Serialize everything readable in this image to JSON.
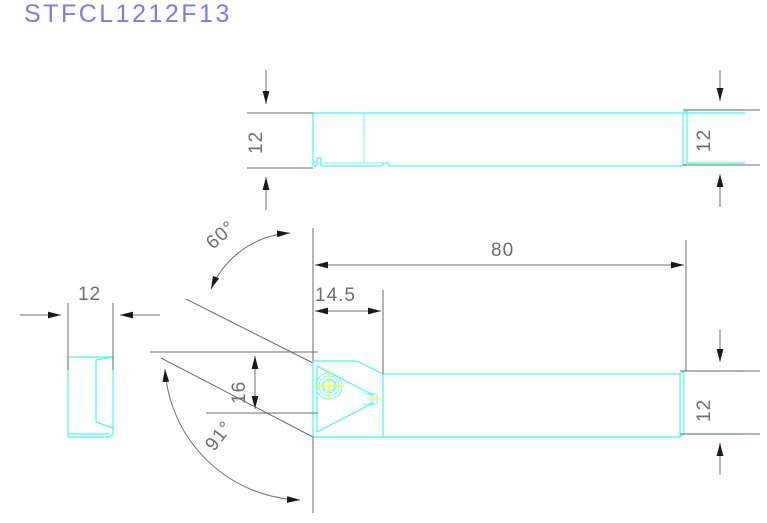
{
  "drawing": {
    "title": "STFCL1212F13",
    "title_color": "#7b7bea",
    "part_color": "#4ef3f7",
    "dimension_color": "#6e6e6e",
    "center_mark_color": "#ffff00",
    "background_color": "#ffffff",
    "type": "cad-technical-drawing",
    "description": "Turning tool holder orthographic views"
  },
  "dimensions": {
    "top_view_left_height": "12",
    "top_view_right_height": "12",
    "end_view_width": "12",
    "front_view_right_height": "12",
    "lead_angle": "60°",
    "tip_offset": "14.5",
    "overall_length": "80",
    "tip_height": "16",
    "insert_angle": "91°"
  },
  "views": {
    "top_view_label": "top-view",
    "end_view_label": "end-view",
    "front_view_label": "front-view",
    "insert_label": "triangular-insert",
    "screw_label": "clamp-screw"
  },
  "labels": {
    "degree_symbol": "°"
  }
}
